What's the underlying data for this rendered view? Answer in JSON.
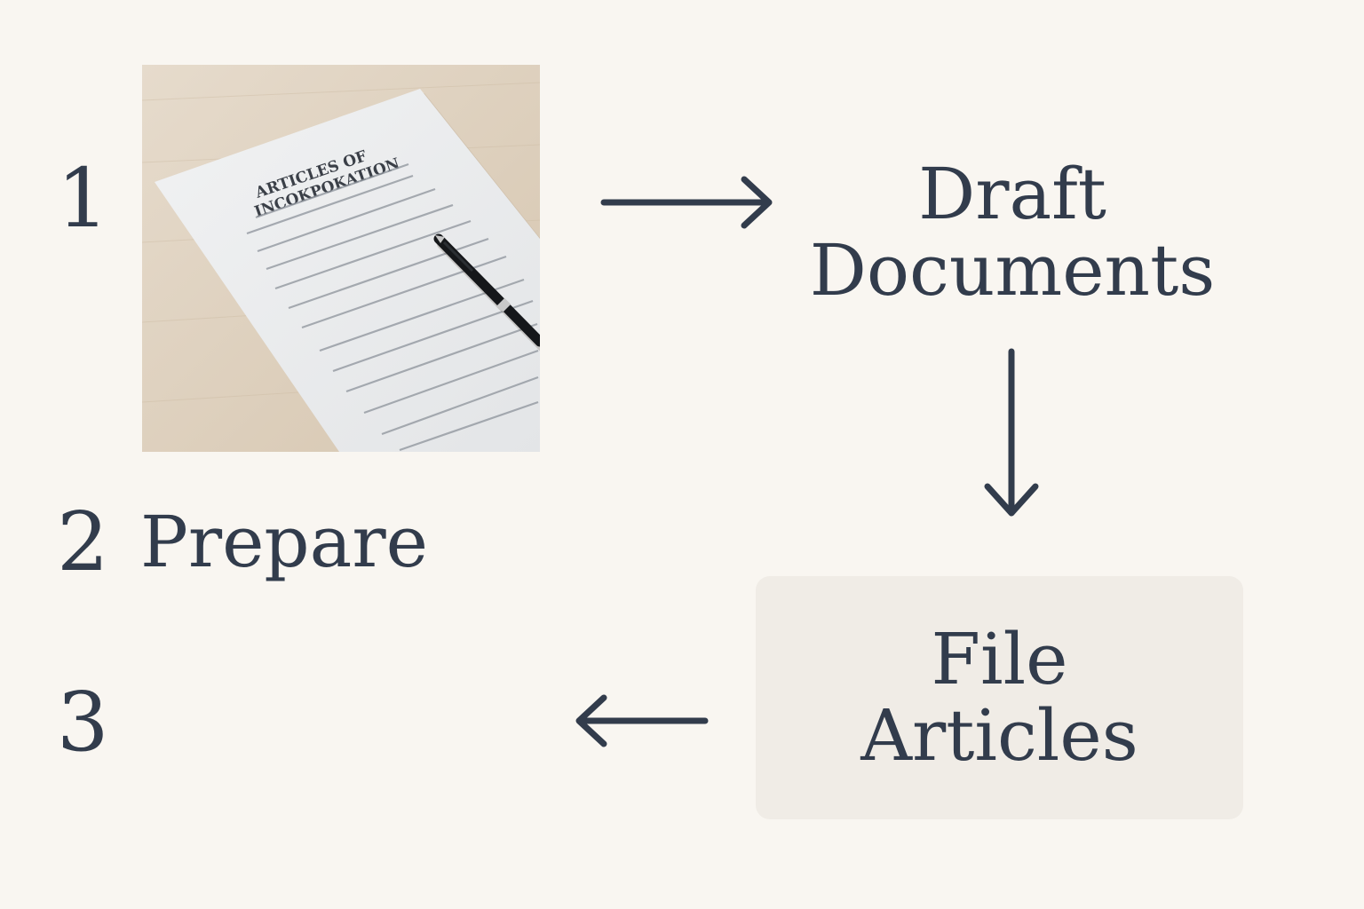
{
  "steps": {
    "step1": {
      "number": "1",
      "photo": {
        "heading_line1": "ARTICLES OF",
        "heading_line2": "INCOKPOKATION"
      }
    },
    "step2": {
      "number": "2",
      "label": "Prepare"
    },
    "step3": {
      "number": "3"
    }
  },
  "nodes": {
    "draft": {
      "line1": "Draft",
      "line2": "Documents"
    },
    "file": {
      "line1": "File",
      "line2": "Articles"
    }
  },
  "colors": {
    "background": "#f9f6f1",
    "text": "#323c4c",
    "box": "#f0ece6"
  }
}
